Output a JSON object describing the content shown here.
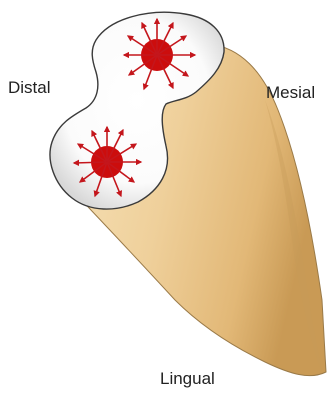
{
  "labels": {
    "distal": "Distal",
    "mesial": "Mesial",
    "lingual": "Lingual"
  },
  "colors": {
    "root_light": "#f4dcae",
    "root_mid": "#e6c084",
    "root_dark": "#c99a55",
    "root_outline": "#8a6a3a",
    "crown_fill": "#ffffff",
    "crown_shadow": "#d6d6d6",
    "crown_outline": "#3a3a3a",
    "contact_fill": "#cc0d0d",
    "contact_arrow": "#c4161c"
  },
  "icons": {
    "contact_mark": "red-dot-with-radiating-arrows-icon"
  }
}
